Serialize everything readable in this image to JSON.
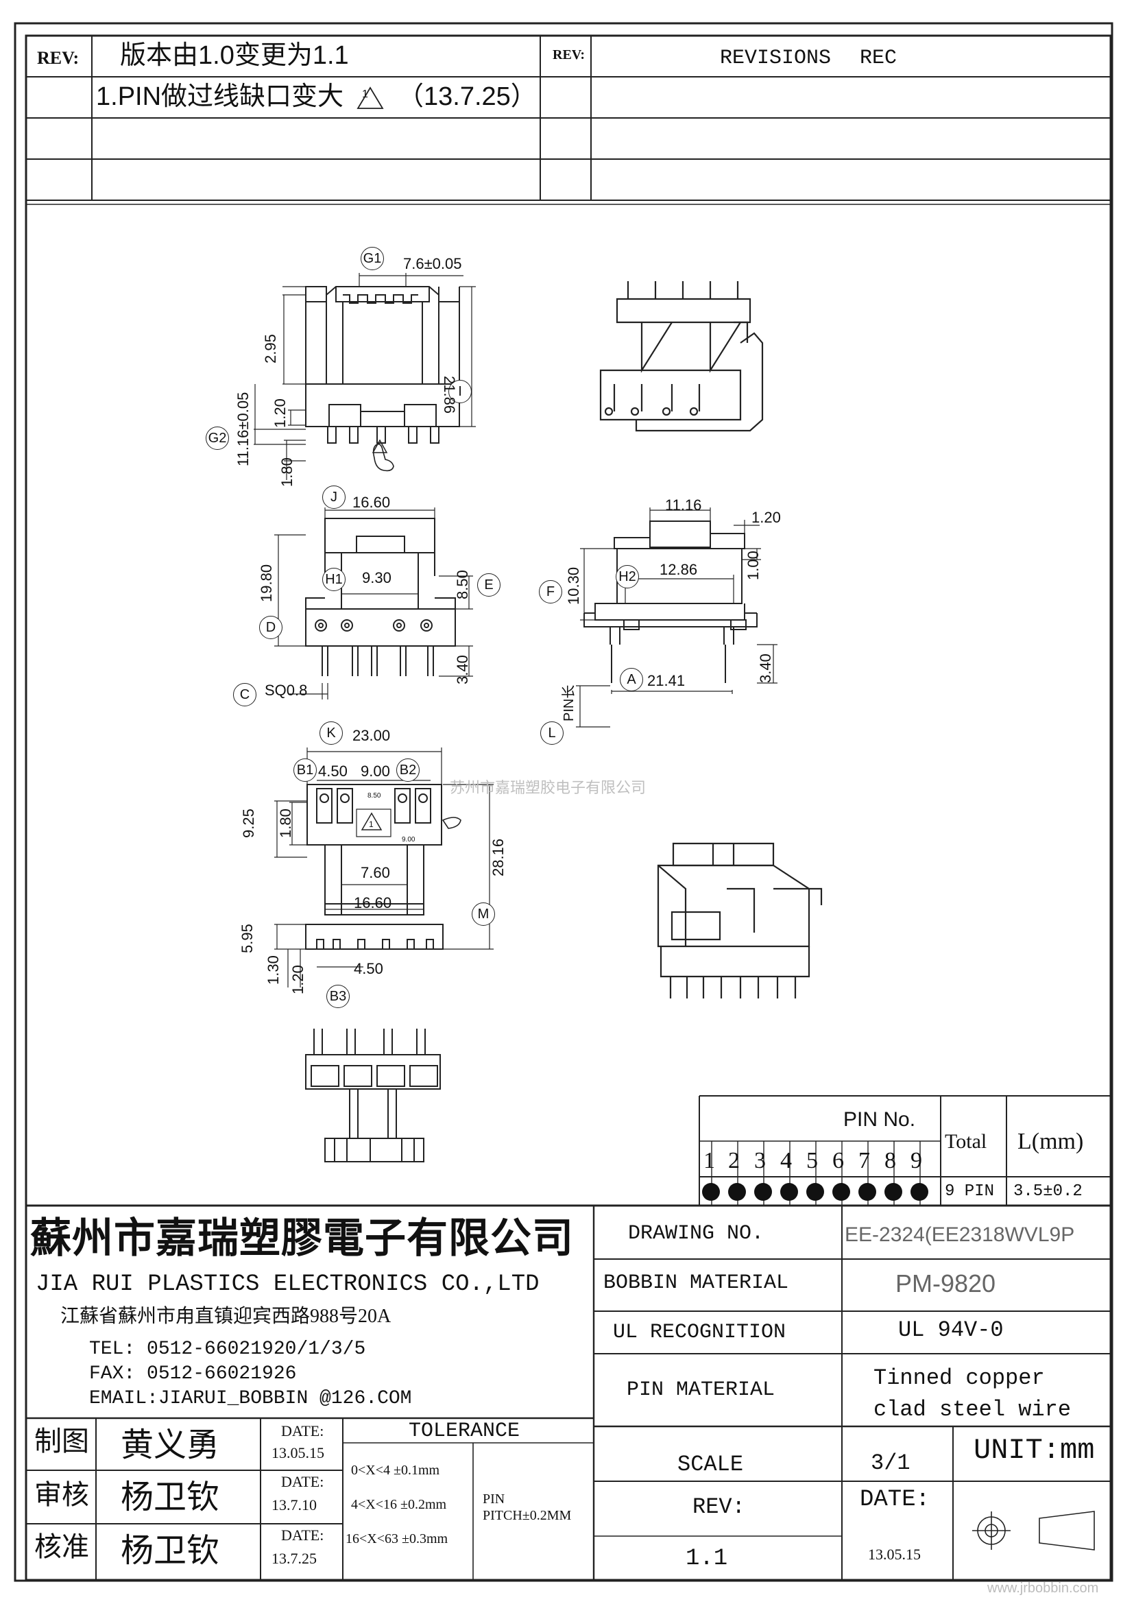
{
  "revision_block": {
    "rev_label_left": "REV:",
    "rev_label_right": "REV:",
    "revisions_header": "REVISIONS",
    "rec_header": "REC",
    "row1": "版本由1.0变更为1.1",
    "row2": "1.PIN做过线缺口变大",
    "row2_marker": "1",
    "row2_date": "（13.7.25）"
  },
  "drawing": {
    "bubbles": {
      "g1": "G1",
      "g2": "G2",
      "i": "I",
      "j": "J",
      "h1": "H1",
      "e": "E",
      "d": "D",
      "c": "C",
      "f": "F",
      "h2": "H2",
      "a": "A",
      "l": "L",
      "k": "K",
      "b1": "B1",
      "b2": "B2",
      "m": "M",
      "b3": "B3"
    },
    "dims": {
      "d_7_6_tol": "7.6±0.05",
      "d_2_95": "2.95",
      "d_21_86": "21.86",
      "d_11_16_tol": "11.16±0.05",
      "d_1_20_a": "1.20",
      "d_1_80_a": "1.80",
      "d_16_60_a": "16.60",
      "d_9_30": "9.30",
      "d_8_50": "8.50",
      "d_19_80": "19.80",
      "d_3_40_a": "3.40",
      "d_sq": "SQ0.8",
      "d_11_16": "11.16",
      "d_1_20_b": "1.20",
      "d_12_86": "12.86",
      "d_1_00": "1.00",
      "d_10_30": "10.30",
      "d_3_40_b": "3.40",
      "d_21_41": "21.41",
      "d_pin_len": "PIN长",
      "d_23_00": "23.00",
      "d_4_50_a": "4.50",
      "d_9_00": "9.00",
      "d_9_25": "9.25",
      "d_1_80_b": "1.80",
      "d_7_60": "7.60",
      "d_16_60_b": "16.60",
      "d_28_16": "28.16",
      "d_5_95": "5.95",
      "d_1_30": "1.30",
      "d_1_20_c": "1.20",
      "d_4_50_b": "4.50",
      "d_small_1": "8.50",
      "d_small_2": "9.00"
    },
    "triangle_marker": "1",
    "center_watermark": "苏州市嘉瑞塑胶电子有限公司"
  },
  "pin_table": {
    "header": "PIN No.",
    "total_label": "Total",
    "l_label": "L(mm)",
    "pins": [
      "1",
      "2",
      "3",
      "4",
      "5",
      "6",
      "7",
      "8",
      "9"
    ],
    "pins_filled": [
      true,
      true,
      true,
      true,
      true,
      true,
      true,
      true,
      true
    ],
    "total_value": "9 PIN",
    "l_value": "3.5±0.2"
  },
  "company": {
    "name_cn": "蘇州市嘉瑞塑膠電子有限公司",
    "name_en": "JIA RUI PLASTICS ELECTRONICS CO.,LTD",
    "address": "江蘇省蘇州市甪直镇迎宾西路988号20A",
    "tel": "TEL: 0512-66021920/1/3/5",
    "fax": "FAX: 0512-66021926",
    "email": "EMAIL:JIARUI_BOBBIN @126.COM"
  },
  "spec": {
    "drawing_no_label": "DRAWING  NO.",
    "drawing_no_value": "EE-2324(EE2318WVL9P",
    "bobbin_material_label": "BOBBIN  MATERIAL",
    "bobbin_material_value": "PM-9820",
    "ul_label": "UL RECOGNITION",
    "ul_value": "UL 94V-0",
    "pin_material_label": "PIN MATERIAL",
    "pin_material_value_1": "Tinned copper",
    "pin_material_value_2": "clad steel wire"
  },
  "signoff": {
    "rows": [
      {
        "role": "制图",
        "name": "黄义勇",
        "date_label": "DATE:",
        "date": "13.05.15"
      },
      {
        "role": "审核",
        "name": "杨卫钦",
        "date_label": "DATE:",
        "date": "13.7.10"
      },
      {
        "role": "核准",
        "name": "杨卫钦",
        "date_label": "DATE:",
        "date": "13.7.25"
      }
    ],
    "tolerance_header": "TOLERANCE",
    "tol_1": "0<X<4  ±0.1mm",
    "tol_2": "4<X<16 ±0.2mm",
    "tol_3": "16<X<63 ±0.3mm",
    "pin_pitch_1": "PIN",
    "pin_pitch_2": "PITCH±0.2MM"
  },
  "footer": {
    "scale_label": "SCALE",
    "scale_value": "3/1",
    "unit": "UNIT:mm",
    "rev_label": "REV:",
    "rev_value": "1.1",
    "date_label": "DATE:",
    "date_value": "13.05.15",
    "url": "www.jrbobbin.com"
  }
}
